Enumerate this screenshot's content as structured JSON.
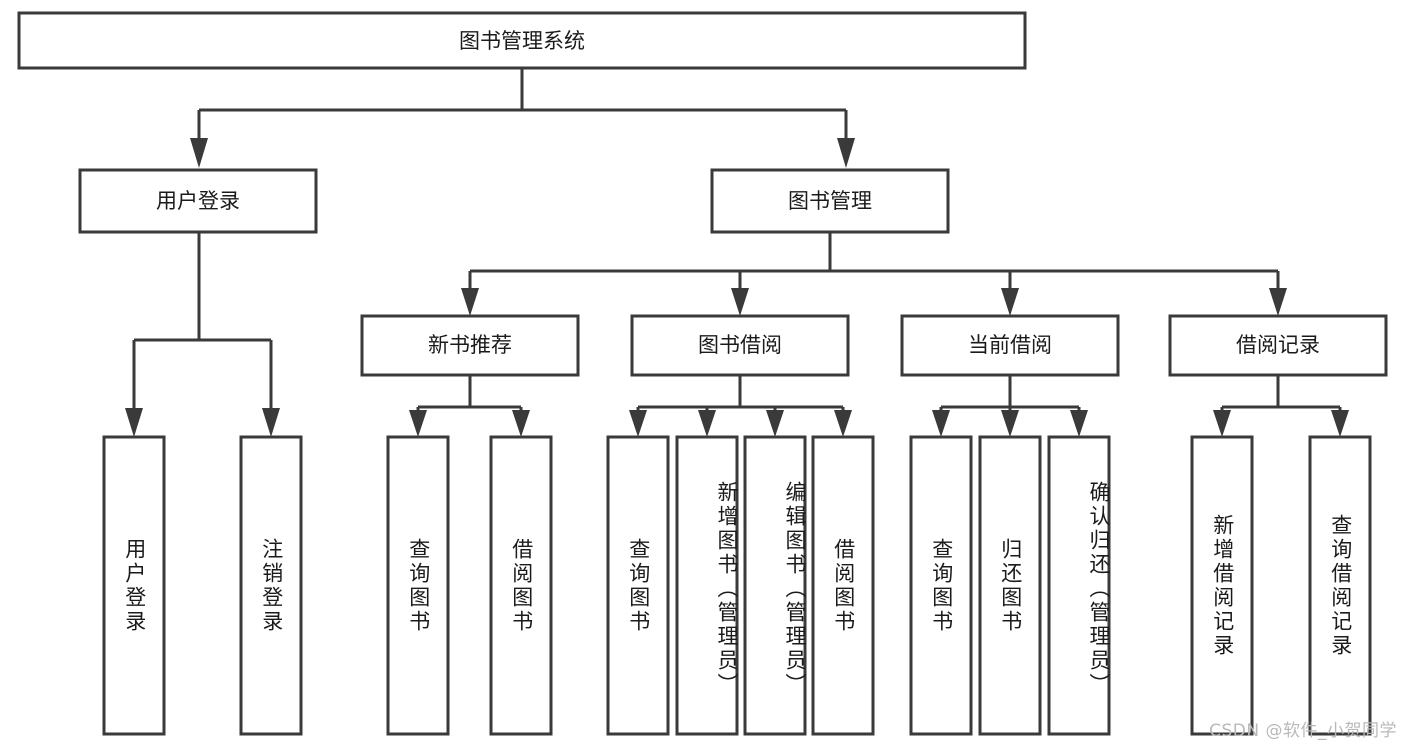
{
  "diagram": {
    "title": "图书管理系统",
    "type": "tree-hierarchy-diagram",
    "colors": {
      "box_stroke": "#3a3a3a",
      "box_fill": "#ffffff",
      "text": "#1b1b1b",
      "background": "#ffffff",
      "watermark": "#b9b9b9"
    },
    "root": {
      "label": "图书管理系统"
    },
    "level2": [
      {
        "label": "用户登录"
      },
      {
        "label": "图书管理"
      }
    ],
    "level3": [
      {
        "label": "新书推荐"
      },
      {
        "label": "图书借阅"
      },
      {
        "label": "当前借阅"
      },
      {
        "label": "借阅记录"
      }
    ],
    "leaves": {
      "user_login": [
        {
          "label": "用户登录"
        },
        {
          "label": "注销登录"
        }
      ],
      "new_book_recommend": [
        {
          "label": "查询图书"
        },
        {
          "label": "借阅图书"
        }
      ],
      "book_borrow": [
        {
          "label": "查询图书"
        },
        {
          "label": "新增图书（管理员）"
        },
        {
          "label": "编辑图书（管理员）"
        },
        {
          "label": "借阅图书"
        }
      ],
      "current_borrow": [
        {
          "label": "查询图书"
        },
        {
          "label": "归还图书"
        },
        {
          "label": "确认归还（管理员）"
        }
      ],
      "borrow_record": [
        {
          "label": "新增借阅记录"
        },
        {
          "label": "查询借阅记录"
        }
      ]
    }
  },
  "watermark": {
    "text": "CSDN @软件_小贺同学"
  }
}
